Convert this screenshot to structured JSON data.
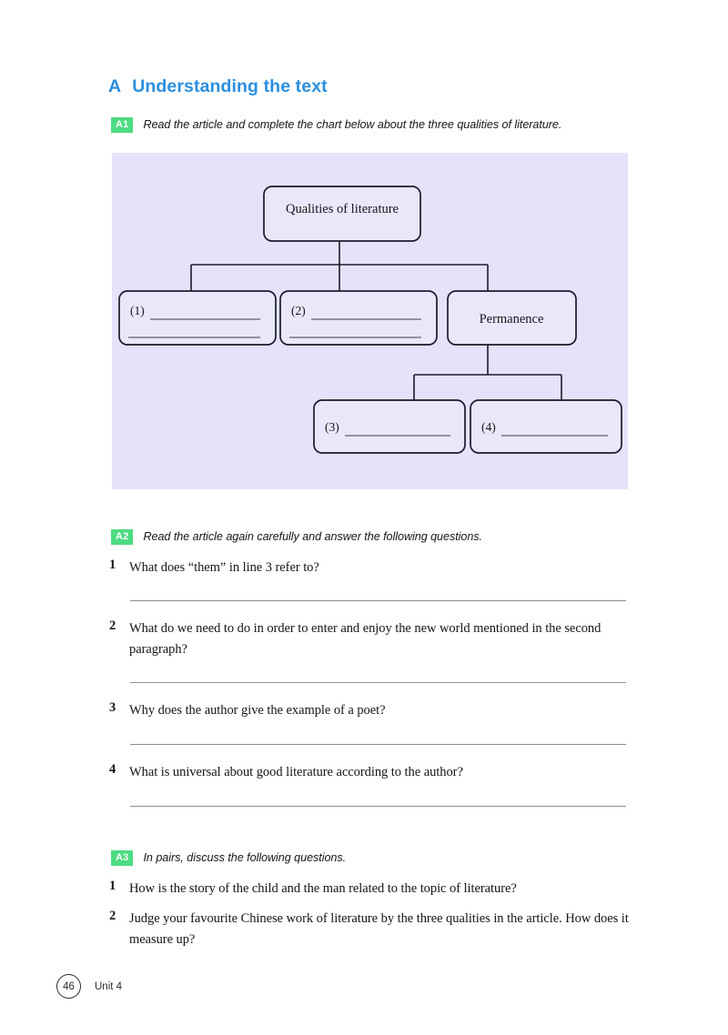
{
  "section": {
    "letter": "A",
    "title": "Understanding the text"
  },
  "tasks": {
    "a1": {
      "badge": "A1",
      "instruction": "Read the article and complete the chart below about the three qualities of literature."
    },
    "a2": {
      "badge": "A2",
      "instruction": "Read the article again carefully and answer the following questions."
    },
    "a3": {
      "badge": "A3",
      "instruction": "In pairs, discuss the following questions."
    }
  },
  "chart_data": {
    "type": "diagram",
    "title": "Qualities of literature",
    "panel_color": "#e4e3fa",
    "box_border_color": "#1b1b2e",
    "nodes": {
      "root": "Qualities of literature",
      "child1": "(1)",
      "child2": "(2)",
      "child3": "Permanence",
      "grandchild1": "(3)",
      "grandchild2": "(4)"
    },
    "blanks": [
      "(1)",
      "(2)",
      "(3)",
      "(4)"
    ],
    "filled": [
      "Qualities of literature",
      "Permanence"
    ]
  },
  "a2_questions": [
    {
      "num": "1",
      "text": "What does “them” in line 3 refer to?"
    },
    {
      "num": "2",
      "text": "What do we need to do in order to enter and enjoy the new world mentioned in the second paragraph?"
    },
    {
      "num": "3",
      "text": "Why does the author give the example of a poet?"
    },
    {
      "num": "4",
      "text": "What is universal about good literature according to the author?"
    }
  ],
  "a3_questions": [
    {
      "num": "1",
      "text": "How is the story of the child and the man related to the topic of literature?"
    },
    {
      "num": "2",
      "text": "Judge your favourite Chinese work of literature by the three qualities in the article. How does it measure up?"
    }
  ],
  "footer": {
    "page_number": "46",
    "unit": "Unit 4"
  },
  "colors": {
    "heading_blue": "#2b8fe0",
    "badge_green": "#4ddb83",
    "panel_lavender": "#e4e3fa",
    "rule_gray": "#8e8e93"
  }
}
